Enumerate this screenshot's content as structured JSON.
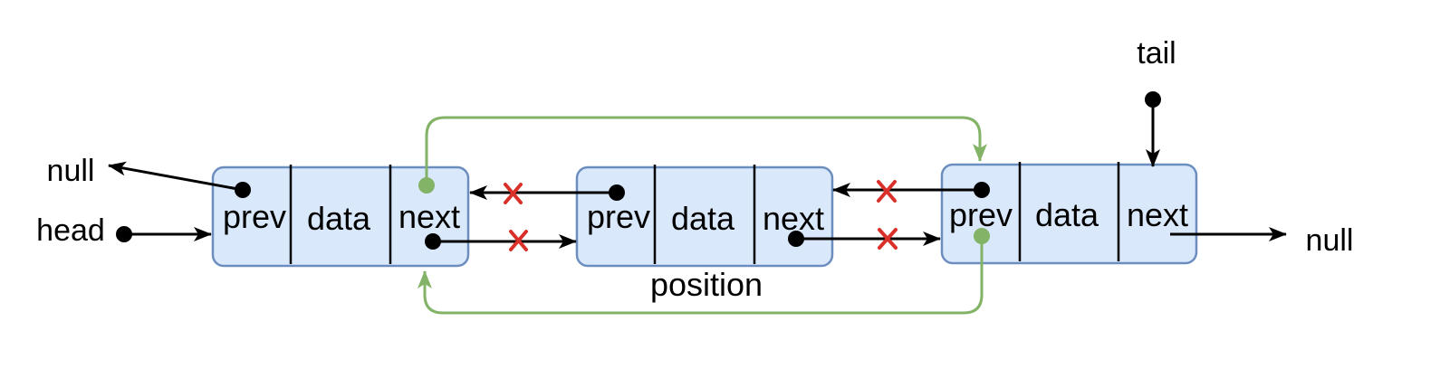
{
  "colors": {
    "node_fill": "#dae8fc",
    "node_stroke": "#6c8ebf",
    "relink_arrow": "#82b366",
    "removed_link_mark": "#d9302a"
  },
  "nodes": [
    {
      "fields": [
        "prev",
        "data",
        "next"
      ]
    },
    {
      "fields": [
        "prev",
        "data",
        "next"
      ],
      "caption": "position"
    },
    {
      "fields": [
        "prev",
        "data",
        "next"
      ]
    }
  ],
  "labels": {
    "left_null": "null",
    "head": "head",
    "tail": "tail",
    "right_null": "null"
  }
}
